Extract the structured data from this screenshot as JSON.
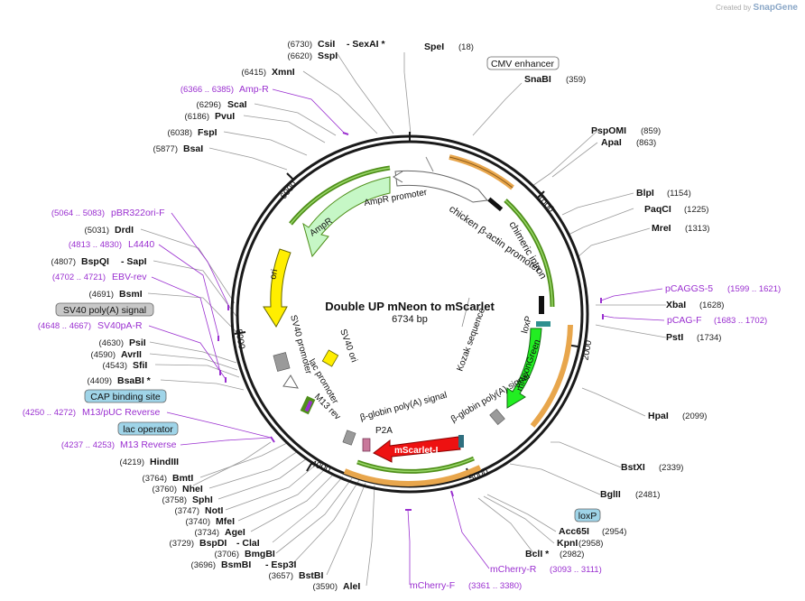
{
  "credit": {
    "prefix": "Created by",
    "brand": "SnapGene"
  },
  "plasmid": {
    "name": "Double UP mNeon to mScarlet",
    "size": "6734 bp"
  },
  "ring_ticks": [
    "1000",
    "2000",
    "3000",
    "4000",
    "5000",
    "6000"
  ],
  "features": {
    "cmv_enhancer": "CMV enhancer",
    "chimeric_intron": "chimeric intron",
    "chicken_promoter": "chicken β-actin promoter",
    "loxp_inner": "loxP",
    "mneongreen": "mNeonGreen",
    "kozak": "Kozak sequence",
    "bglobin1": "β-globin poly(A) signal",
    "bglobin2": "β-globin poly(A) signal",
    "mscarlet": "mScarlet-I",
    "p2a": "P2A",
    "m13rev": "M13 rev",
    "lac_promoter": "lac promoter",
    "sv40_promoter": "SV40 promoter",
    "sv40_ori": "SV40 ori",
    "ori": "ori",
    "ampr": "AmpR",
    "ampr_promoter": "AmpR promoter"
  },
  "boxed_labels": {
    "cmv": "CMV enhancer",
    "sv40polya": "SV40 poly(A) signal",
    "cap": "CAP binding site",
    "lacop": "lac operator",
    "loxp": "loxP"
  },
  "sites": {
    "spei": {
      "name": "SpeI",
      "pos": "(18)"
    },
    "snabi": {
      "name": "SnaBI",
      "pos": "(359)"
    },
    "pspomi": {
      "name": "PspOMI",
      "pos": "(859)"
    },
    "apai": {
      "name": "ApaI",
      "pos": "(863)"
    },
    "blpi": {
      "name": "BlpI",
      "pos": "(1154)"
    },
    "paqci": {
      "name": "PaqCI",
      "pos": "(1225)"
    },
    "mrei": {
      "name": "MreI",
      "pos": "(1313)"
    },
    "xbai": {
      "name": "XbaI",
      "pos": "(1628)"
    },
    "psti": {
      "name": "PstI",
      "pos": "(1734)"
    },
    "hpai": {
      "name": "HpaI",
      "pos": "(2099)"
    },
    "bstxi": {
      "name": "BstXI",
      "pos": "(2339)"
    },
    "bglii": {
      "name": "BglII",
      "pos": "(2481)"
    },
    "acc65i": {
      "name": "Acc65I",
      "pos": "(2954)"
    },
    "kpni": {
      "name": "KpnI",
      "pos": "(2958)"
    },
    "bcli": {
      "name": "BclI *",
      "pos": "(2982)"
    },
    "csi": {
      "name": "CsiI",
      "pos": "(6730)"
    },
    "sexai": {
      "name": "- SexAI *",
      "pos": ""
    },
    "sspi": {
      "name": "SspI",
      "pos": "(6620)"
    },
    "xmni": {
      "name": "XmnI",
      "pos": "(6415)"
    },
    "scai": {
      "name": "ScaI",
      "pos": "(6296)"
    },
    "pvui": {
      "name": "PvuI",
      "pos": "(6186)"
    },
    "fspi": {
      "name": "FspI",
      "pos": "(6038)"
    },
    "bsai": {
      "name": "BsaI",
      "pos": "(5877)"
    },
    "drdi": {
      "name": "DrdI",
      "pos": "(5031)"
    },
    "bspqi": {
      "name": "BspQI",
      "pos": "(4807)"
    },
    "sapi": {
      "name": "- SapI",
      "pos": ""
    },
    "bsmi": {
      "name": "BsmI",
      "pos": "(4691)"
    },
    "psii": {
      "name": "PsiI",
      "pos": "(4630)"
    },
    "avrii": {
      "name": "AvrII",
      "pos": "(4590)"
    },
    "sfii": {
      "name": "SfiI",
      "pos": "(4543)"
    },
    "bsabi": {
      "name": "BsaBI *",
      "pos": "(4409)"
    },
    "hindiii": {
      "name": "HindIII",
      "pos": "(4219)"
    },
    "bmti": {
      "name": "BmtI",
      "pos": "(3764)"
    },
    "nhei": {
      "name": "NheI",
      "pos": "(3760)"
    },
    "sphi": {
      "name": "SphI",
      "pos": "(3758)"
    },
    "noti": {
      "name": "NotI",
      "pos": "(3747)"
    },
    "mfei": {
      "name": "MfeI",
      "pos": "(3740)"
    },
    "agei": {
      "name": "AgeI",
      "pos": "(3734)"
    },
    "bspdi": {
      "name": "BspDI",
      "pos": "(3729)"
    },
    "clai": {
      "name": "- ClaI",
      "pos": ""
    },
    "bmgbi": {
      "name": "BmgBI",
      "pos": "(3706)"
    },
    "bsmbi": {
      "name": "BsmBI",
      "pos": "(3696)"
    },
    "esp3i": {
      "name": "- Esp3I",
      "pos": ""
    },
    "bstbi": {
      "name": "BstBI",
      "pos": "(3657)"
    },
    "alei": {
      "name": "AleI",
      "pos": "(3590)"
    }
  },
  "primers": {
    "ampr": {
      "range": "(6366 .. 6385)",
      "name": "Amp-R"
    },
    "pbr322": {
      "range": "(5064 .. 5083)",
      "name": "pBR322ori-F"
    },
    "l4440": {
      "range": "(4813 .. 4830)",
      "name": "L4440"
    },
    "ebv": {
      "range": "(4702 .. 4721)",
      "name": "EBV-rev"
    },
    "sv40pa": {
      "range": "(4648 .. 4667)",
      "name": "SV40pA-R"
    },
    "m13puc": {
      "range": "(4250 .. 4272)",
      "name": "M13/pUC Reverse"
    },
    "m13r": {
      "range": "(4237 .. 4253)",
      "name": "M13 Reverse"
    },
    "pcaggs5": {
      "name": "pCAGGS-5",
      "range": "(1599 .. 1621)"
    },
    "pcagf": {
      "name": "pCAG-F",
      "range": "(1683 .. 1702)"
    },
    "mcherryr": {
      "name": "mCherry-R",
      "range": "(3093 .. 3111)"
    },
    "mcherryf": {
      "name": "mCherry-F",
      "range": "(3361 .. 3380)"
    }
  },
  "colors": {
    "backbone": "#1a1a1a",
    "primer": "#9a2fd0",
    "site_text": "#111111",
    "pos_text": "#222222",
    "ampr_fill": "#c6f7c6",
    "ori_fill": "#ffee00",
    "mneon_fill": "#22ee22",
    "mscarlet_fill": "#ee1111",
    "promoter_fill": "#ffffff",
    "box_fill": "#9fd4e8",
    "box_gray": "#c8c8c8",
    "orange_arc": "#e8a64c",
    "green_arc": "#4f8f1a"
  }
}
